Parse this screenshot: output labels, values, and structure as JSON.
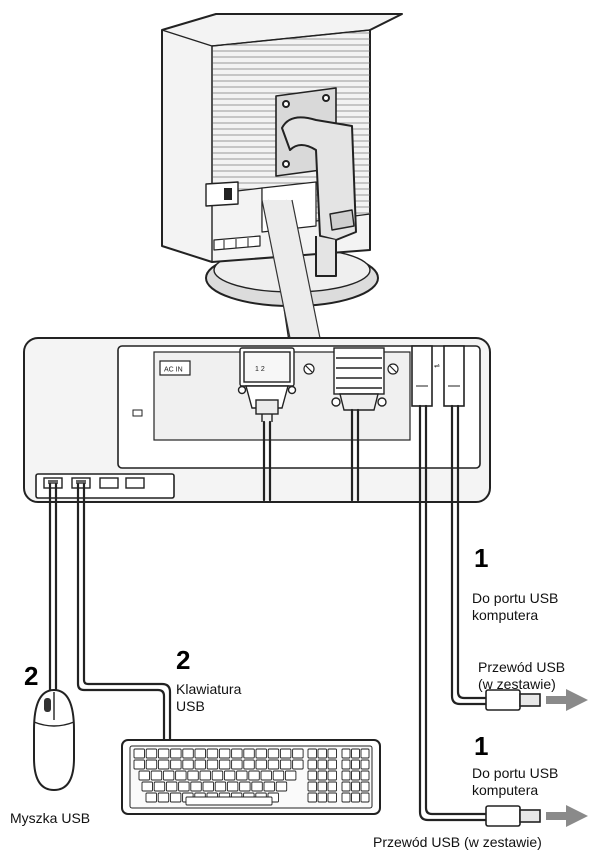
{
  "panel": {
    "ac_in_label": "AC IN",
    "dvi_label": "1 2"
  },
  "callouts": {
    "usb_upper": {
      "step": "1",
      "line1": "Do portu USB",
      "line2": "komputera",
      "cable_line1": "Przewód USB",
      "cable_line2": "(w zestawie)"
    },
    "usb_lower": {
      "step": "1",
      "line1": "Do portu USB",
      "line2": "komputera",
      "cable": "Przewód USB (w zestawie)"
    },
    "keyboard": {
      "step": "2",
      "line1": "Klawiatura",
      "line2": "USB"
    },
    "mouse": {
      "step": "2",
      "label": "Myszka USB"
    }
  },
  "colors": {
    "line": "#222222",
    "arrow": "#8a8a8a",
    "screen_fill": "#e9e9e9",
    "stand_fill": "#d7d7d7"
  },
  "icons": [
    "monitor-back",
    "ac-inlet",
    "dvi-connector",
    "vga-connector",
    "usb-port",
    "usb-plug",
    "arrow-right",
    "keyboard",
    "mouse"
  ]
}
